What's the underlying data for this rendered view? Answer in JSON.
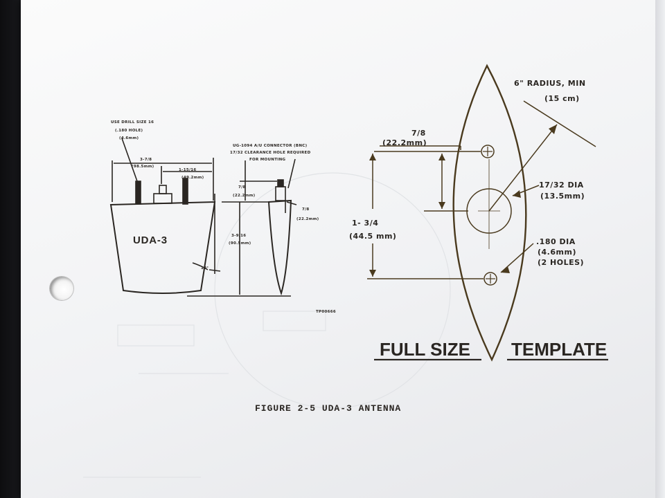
{
  "antenna_drawing": {
    "drill_note": [
      "USE DRILL SIZE 16",
      "(.180 HOLE)",
      "(4.6mm)"
    ],
    "connector_note": [
      "UG-1094 A/U CONNECTOR (BNC)",
      "17/32 CLEARANCE HOLE REQUIRED",
      "FOR MOUNTING"
    ],
    "dim_width": [
      "3-7/8",
      "(98.5mm)"
    ],
    "dim_offset": [
      "1-15/16",
      "(49.2mm)"
    ],
    "dim_connector_height": [
      "7/8",
      "(22.2mm)"
    ],
    "dim_side_offset": [
      "7/8",
      "(22.2mm)"
    ],
    "dim_height": [
      "3-9/16",
      "(90.5mm)"
    ],
    "angle_label": "10°",
    "body_label": "UDA-3",
    "drawing_id": "TP00666"
  },
  "template": {
    "radius_label": "6\" RADIUS, MIN",
    "radius_metric": "(15 cm)",
    "top_dim": [
      "7/8",
      "(22.2mm)"
    ],
    "spacing_dim": [
      "1- 3/4",
      "(44.5 mm)"
    ],
    "center_hole": [
      "17/32 DIA",
      "(13.5mm)"
    ],
    "mount_holes": [
      ".180 DIA",
      "(4.6mm)",
      "(2 HOLES)"
    ],
    "full_size": "FULL SIZE",
    "template_word": "TEMPLATE"
  },
  "caption": "FIGURE 2-5  UDA-3 ANTENNA",
  "colors": {
    "ink": "#2a2622",
    "template_ink": "#4a3a1e",
    "paper": "#f3f4f6"
  }
}
